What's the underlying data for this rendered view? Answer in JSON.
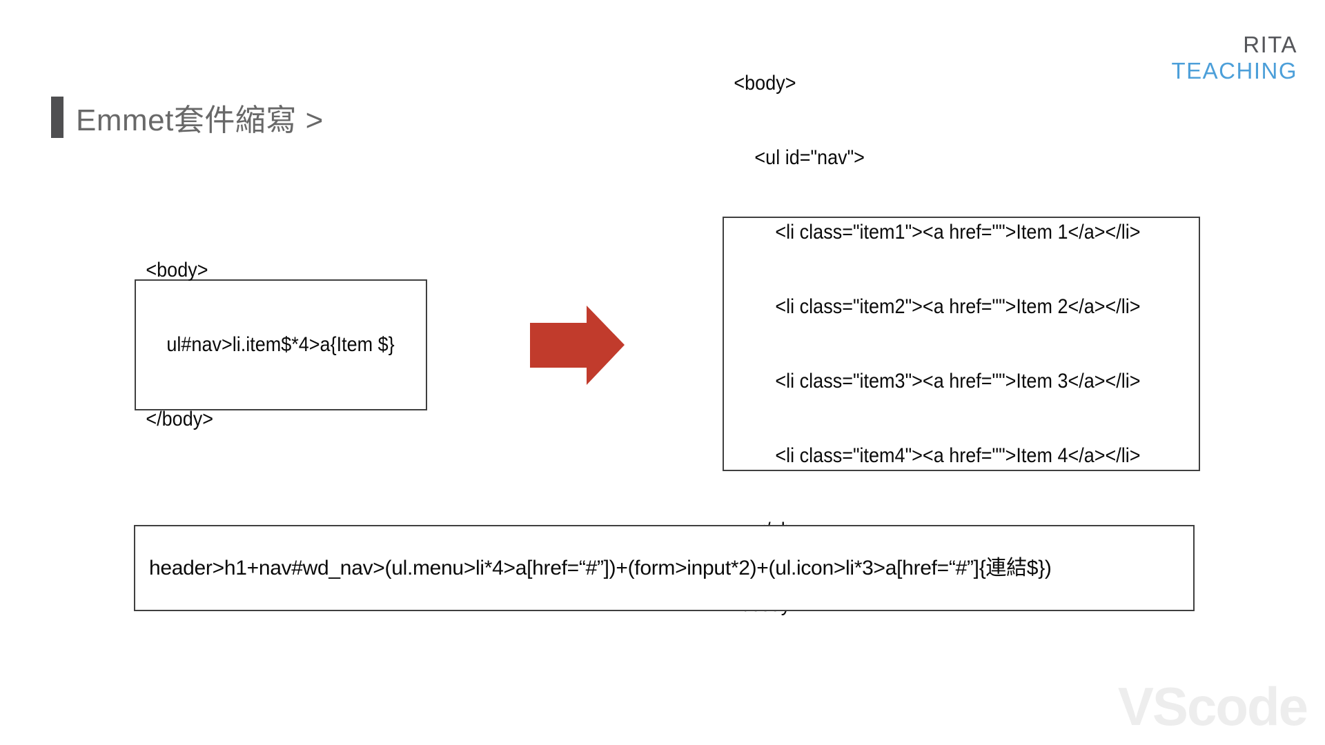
{
  "logo": {
    "line1": "RITA",
    "line2": "TEACHING"
  },
  "title": {
    "text": "Emmet套件縮寫 >"
  },
  "left_box": {
    "lines": [
      "<body>",
      "    ul#nav>li.item$*4>a{Item $}",
      "</body>"
    ]
  },
  "right_box": {
    "lines": [
      "<body>",
      "    <ul id=\"nav\">",
      "        <li class=\"item1\"><a href=\"\">Item 1</a></li>",
      "        <li class=\"item2\"><a href=\"\">Item 2</a></li>",
      "        <li class=\"item3\"><a href=\"\">Item 3</a></li>",
      "        <li class=\"item4\"><a href=\"\">Item 4</a></li>",
      "    </ul>",
      "</body>"
    ]
  },
  "bottom_box": {
    "text": "header>h1+nav#wd_nav>(ul.menu>li*4>a[href=“#”])+(form>input*2)+(ul.icon>li*3>a[href=“#”]{連結$})"
  },
  "watermark": {
    "text": "VScode"
  },
  "icons": {
    "transform-arrow": "filled-right-arrow"
  },
  "colors": {
    "logo-gray": "#55565A",
    "logo-blue": "#4C9FD9",
    "title-gray": "#686868",
    "title-bar-gray": "#4F4F51",
    "border-gray": "#3F3F3F",
    "code-black": "#0A0A0A",
    "arrow-red": "#C13B2C",
    "watermark-gray": "#EDEDED"
  }
}
